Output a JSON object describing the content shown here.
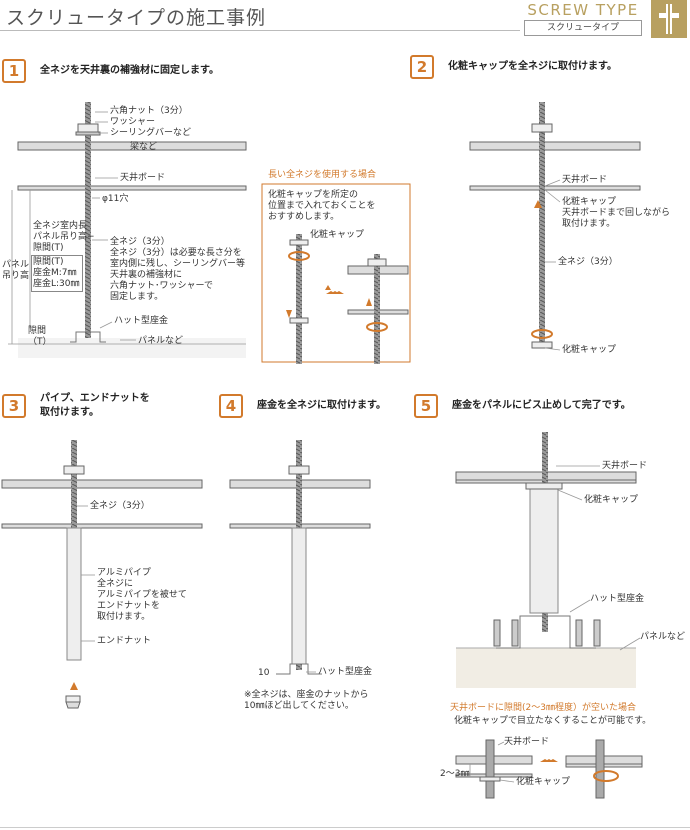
{
  "header": {
    "title": "スクリュータイプの施工事例",
    "screw_type": "SCREW TYPE",
    "screw_type_sub": "スクリュータイプ"
  },
  "steps": [
    {
      "num": "1",
      "text": "全ネジを天井裏の補強材に固定します。"
    },
    {
      "num": "2",
      "text": "化粧キャップを全ネジに取付けます。"
    },
    {
      "num": "3",
      "text": "パイプ、エンドナットを\n取付けます。"
    },
    {
      "num": "4",
      "text": "座金を全ネジに取付けます。"
    },
    {
      "num": "5",
      "text": "座金をパネルにビス止めして完了です。"
    }
  ],
  "step1": {
    "hex_nut": "六角ナット（3分）",
    "washer": "ワッシャー",
    "sealing_bar": "シーリングバーなど",
    "beam": "梁など",
    "ceiling_board": "天井ボード",
    "hole": "φ11穴",
    "length_note": "全ネジ室内長\nパネル吊り高−\n隙間(T)",
    "formula": "隙間(T)\n座金M:7㎜\n座金L:30㎜",
    "panel_height": "パネル\n吊り高",
    "bolt_desc": "全ネジ（3分）\n全ネジ（3分）は必要な長さ分を\n室内側に残し、シーリングバー等\n天井裏の補強材に\n六角ナット･ワッシャーで\n固定します。",
    "hat_washer": "ハット型座金",
    "gap": "隙間\n（T）",
    "panel": "パネルなど"
  },
  "long_bolt": {
    "title": "長い全ネジを使用する場合",
    "desc": "化粧キャップを所定の\n位置まで入れておくことを\nおすすめします。",
    "cap": "化粧キャップ"
  },
  "step2": {
    "ceiling_board": "天井ボード",
    "cap_desc": "化粧キャップ\n天井ボードまで回しながら\n取付けます。",
    "bolt": "全ネジ（3分）",
    "cap": "化粧キャップ"
  },
  "step3": {
    "bolt": "全ネジ（3分）",
    "pipe_desc": "アルミパイプ\n全ネジに\nアルミパイプを被せて\nエンドナットを\n取付けます。",
    "end_nut": "エンドナット"
  },
  "step4": {
    "ten": "10",
    "hat_washer": "ハット型座金",
    "note": "※全ネジは、座金のナットから\n10㎜ほど出してください。"
  },
  "step5": {
    "ceiling_board": "天井ボード",
    "cap": "化粧キャップ",
    "hat_washer": "ハット型座金",
    "panel": "パネルなど"
  },
  "gap_case": {
    "title": "天井ボードに隙間(2〜3㎜程度）が空いた場合",
    "desc": "化粧キャップで目立たなくすることが可能です。",
    "ceiling_board": "天井ボード",
    "gap": "2〜3㎜",
    "cap": "化粧キャップ"
  },
  "colors": {
    "accent": "#d27a2c",
    "gold": "#b8a060"
  }
}
